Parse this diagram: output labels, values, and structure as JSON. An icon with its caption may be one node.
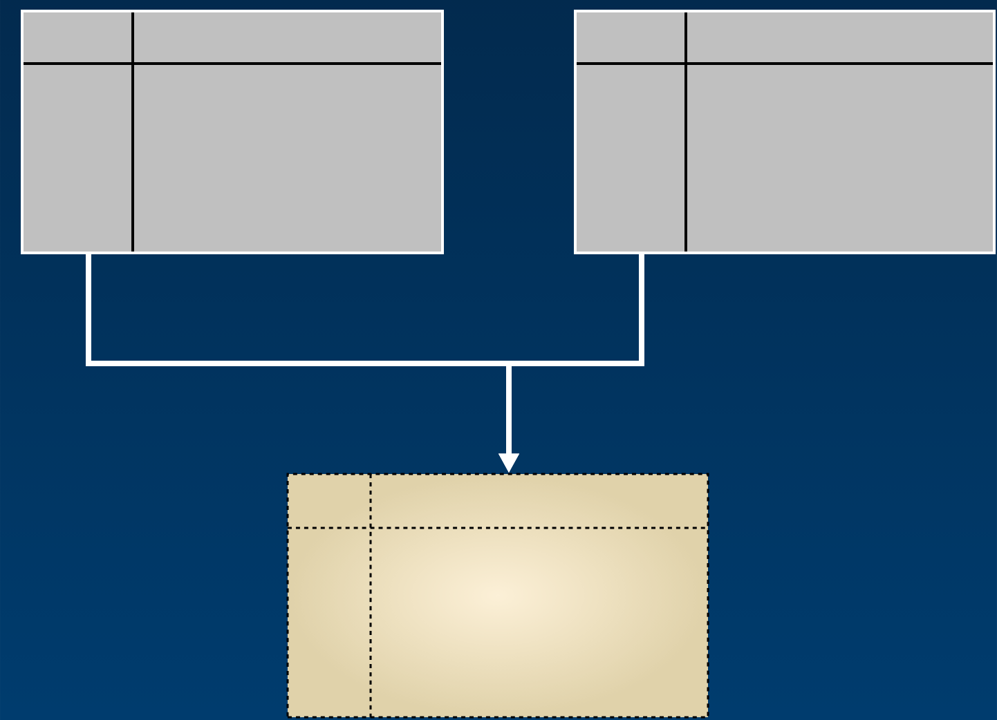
{
  "diagram": {
    "nodes": [
      {
        "text": [],
        "shape": "box"
      },
      {
        "text": [],
        "shape": "box"
      },
      {
        "text": [],
        "shape": "box"
      }
    ],
    "edges": [
      {
        "from": 0,
        "to": 2,
        "arrow": "to"
      },
      {
        "from": 1,
        "to": 2,
        "arrow": "to"
      }
    ]
  }
}
